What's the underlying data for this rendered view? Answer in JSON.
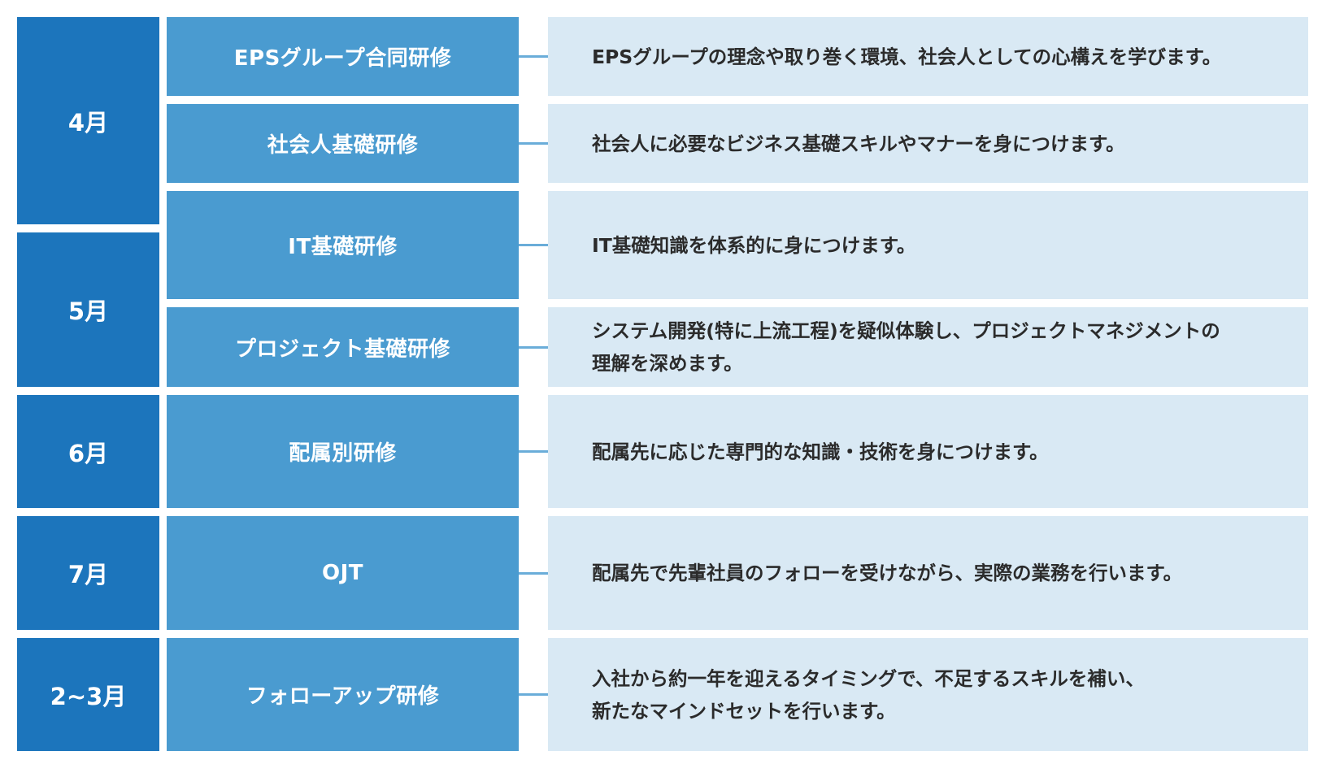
{
  "colors": {
    "month_bg": "#1c75bc",
    "program_bg": "#4a9bd0",
    "desc_bg": "#d9e9f4",
    "connector": "#6aadd9",
    "desc_text": "#2b2b2b"
  },
  "months": [
    {
      "label": "4月"
    },
    {
      "label": "5月"
    },
    {
      "label": "6月"
    },
    {
      "label": "7月"
    },
    {
      "label": "2~3月"
    }
  ],
  "programs": [
    {
      "title": "EPSグループ合同研修",
      "description": [
        "EPSグループの理念や取り巻く環境、社会人としての心構えを学びます。"
      ]
    },
    {
      "title": "社会人基礎研修",
      "description": [
        "社会人に必要なビジネス基礎スキルやマナーを身につけます。"
      ]
    },
    {
      "title": "IT基礎研修",
      "description": [
        "IT基礎知識を体系的に身につけます。"
      ]
    },
    {
      "title": "プロジェクト基礎研修",
      "description": [
        "システム開発(特に上流工程)を疑似体験し、プロジェクトマネジメントの",
        "理解を深めます。"
      ]
    },
    {
      "title": "配属別研修",
      "description": [
        "配属先に応じた専門的な知識・技術を身につけます。"
      ]
    },
    {
      "title": "OJT",
      "description": [
        "配属先で先輩社員のフォローを受けながら、実際の業務を行います。"
      ]
    },
    {
      "title": "フォローアップ研修",
      "description": [
        "入社から約一年を迎えるタイミングで、不足するスキルを補い、",
        "新たなマインドセットを行います。"
      ]
    }
  ]
}
